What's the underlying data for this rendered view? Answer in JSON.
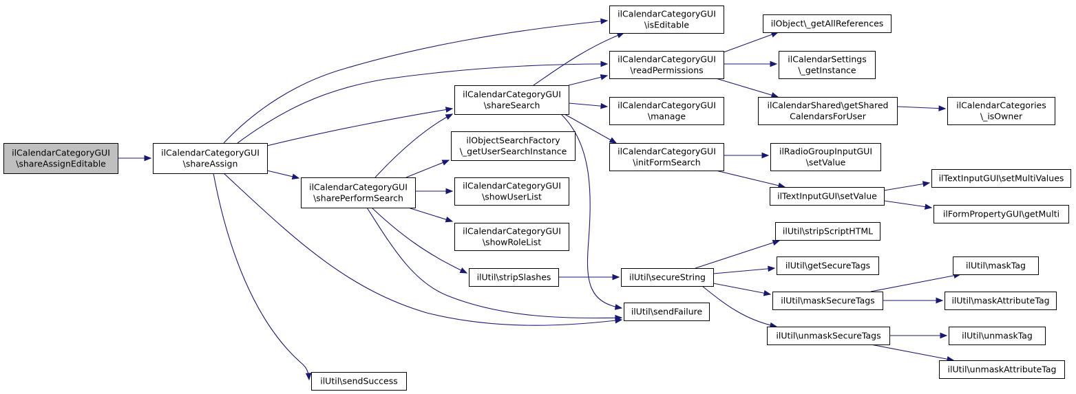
{
  "colors": {
    "edge": "#191970",
    "node_border": "#000000",
    "root_fill": "#bfbfbf",
    "node_fill": "#ffffff"
  },
  "nodes": [
    {
      "id": "root",
      "lines": [
        "ilCalendarCategoryGUI",
        "\\shareAssignEditable"
      ],
      "root": true
    },
    {
      "id": "shareAssign",
      "lines": [
        "ilCalendarCategoryGUI",
        "\\shareAssign"
      ]
    },
    {
      "id": "sharePerformSearch",
      "lines": [
        "ilCalendarCategoryGUI",
        "\\sharePerformSearch"
      ]
    },
    {
      "id": "shareSearch",
      "lines": [
        "ilCalendarCategoryGUI",
        "\\shareSearch"
      ]
    },
    {
      "id": "isEditable",
      "lines": [
        "ilCalendarCategoryGUI",
        "\\isEditable"
      ]
    },
    {
      "id": "readPermissions",
      "lines": [
        "ilCalendarCategoryGUI",
        "\\readPermissions"
      ]
    },
    {
      "id": "manage",
      "lines": [
        "ilCalendarCategoryGUI",
        "\\manage"
      ]
    },
    {
      "id": "initFormSearch",
      "lines": [
        "ilCalendarCategoryGUI",
        "\\initFormSearch"
      ]
    },
    {
      "id": "getUserSearchInstance",
      "lines": [
        "ilObjectSearchFactory",
        "\\_getUserSearchInstance"
      ]
    },
    {
      "id": "showUserList",
      "lines": [
        "ilCalendarCategoryGUI",
        "\\showUserList"
      ]
    },
    {
      "id": "showRoleList",
      "lines": [
        "ilCalendarCategoryGUI",
        "\\showRoleList"
      ]
    },
    {
      "id": "stripSlashes",
      "lines": [
        "ilUtil\\stripSlashes"
      ]
    },
    {
      "id": "secureString",
      "lines": [
        "ilUtil\\secureString"
      ]
    },
    {
      "id": "sendFailure",
      "lines": [
        "ilUtil\\sendFailure"
      ]
    },
    {
      "id": "sendSuccess",
      "lines": [
        "ilUtil\\sendSuccess"
      ]
    },
    {
      "id": "getAllReferences",
      "lines": [
        "ilObject\\_getAllReferences"
      ]
    },
    {
      "id": "calSettings",
      "lines": [
        "ilCalendarSettings",
        "\\_getInstance"
      ]
    },
    {
      "id": "calShared",
      "lines": [
        "ilCalendarShared\\getShared",
        "CalendarsForUser"
      ]
    },
    {
      "id": "isOwner",
      "lines": [
        "ilCalendarCategories",
        "\\_isOwner"
      ]
    },
    {
      "id": "radioSetValue",
      "lines": [
        "ilRadioGroupInputGUI",
        "\\setValue"
      ]
    },
    {
      "id": "textSetValue",
      "lines": [
        "ilTextInputGUI\\setValue"
      ]
    },
    {
      "id": "setMultiValues",
      "lines": [
        "ilTextInputGUI\\setMultiValues"
      ]
    },
    {
      "id": "getMulti",
      "lines": [
        "ilFormPropertyGUI\\getMulti"
      ]
    },
    {
      "id": "stripScriptHTML",
      "lines": [
        "ilUtil\\stripScriptHTML"
      ]
    },
    {
      "id": "getSecureTags",
      "lines": [
        "ilUtil\\getSecureTags"
      ]
    },
    {
      "id": "maskSecureTags",
      "lines": [
        "ilUtil\\maskSecureTags"
      ]
    },
    {
      "id": "unmaskSecureTags",
      "lines": [
        "ilUtil\\unmaskSecureTags"
      ]
    },
    {
      "id": "maskTag",
      "lines": [
        "ilUtil\\maskTag"
      ]
    },
    {
      "id": "maskAttributeTag",
      "lines": [
        "ilUtil\\maskAttributeTag"
      ]
    },
    {
      "id": "unmaskTag",
      "lines": [
        "ilUtil\\unmaskTag"
      ]
    },
    {
      "id": "unmaskAttributeTag",
      "lines": [
        "ilUtil\\unmaskAttributeTag"
      ]
    }
  ],
  "edges": [
    [
      "root",
      "shareAssign"
    ],
    [
      "shareAssign",
      "isEditable"
    ],
    [
      "shareAssign",
      "readPermissions"
    ],
    [
      "shareAssign",
      "shareSearch"
    ],
    [
      "shareAssign",
      "sharePerformSearch"
    ],
    [
      "shareAssign",
      "sendFailure"
    ],
    [
      "shareAssign",
      "sendSuccess"
    ],
    [
      "sharePerformSearch",
      "shareSearch"
    ],
    [
      "sharePerformSearch",
      "getUserSearchInstance"
    ],
    [
      "sharePerformSearch",
      "showUserList"
    ],
    [
      "sharePerformSearch",
      "showRoleList"
    ],
    [
      "sharePerformSearch",
      "stripSlashes"
    ],
    [
      "sharePerformSearch",
      "sendFailure"
    ],
    [
      "shareSearch",
      "isEditable"
    ],
    [
      "shareSearch",
      "readPermissions"
    ],
    [
      "shareSearch",
      "manage"
    ],
    [
      "shareSearch",
      "initFormSearch"
    ],
    [
      "shareSearch",
      "sendFailure"
    ],
    [
      "readPermissions",
      "getAllReferences"
    ],
    [
      "readPermissions",
      "calSettings"
    ],
    [
      "readPermissions",
      "calShared"
    ],
    [
      "calShared",
      "isOwner"
    ],
    [
      "initFormSearch",
      "radioSetValue"
    ],
    [
      "initFormSearch",
      "textSetValue"
    ],
    [
      "textSetValue",
      "setMultiValues"
    ],
    [
      "textSetValue",
      "getMulti"
    ],
    [
      "stripSlashes",
      "secureString"
    ],
    [
      "secureString",
      "stripScriptHTML"
    ],
    [
      "secureString",
      "getSecureTags"
    ],
    [
      "secureString",
      "maskSecureTags"
    ],
    [
      "secureString",
      "unmaskSecureTags"
    ],
    [
      "maskSecureTags",
      "maskTag"
    ],
    [
      "maskSecureTags",
      "maskAttributeTag"
    ],
    [
      "unmaskSecureTags",
      "unmaskTag"
    ],
    [
      "unmaskSecureTags",
      "unmaskAttributeTag"
    ]
  ]
}
